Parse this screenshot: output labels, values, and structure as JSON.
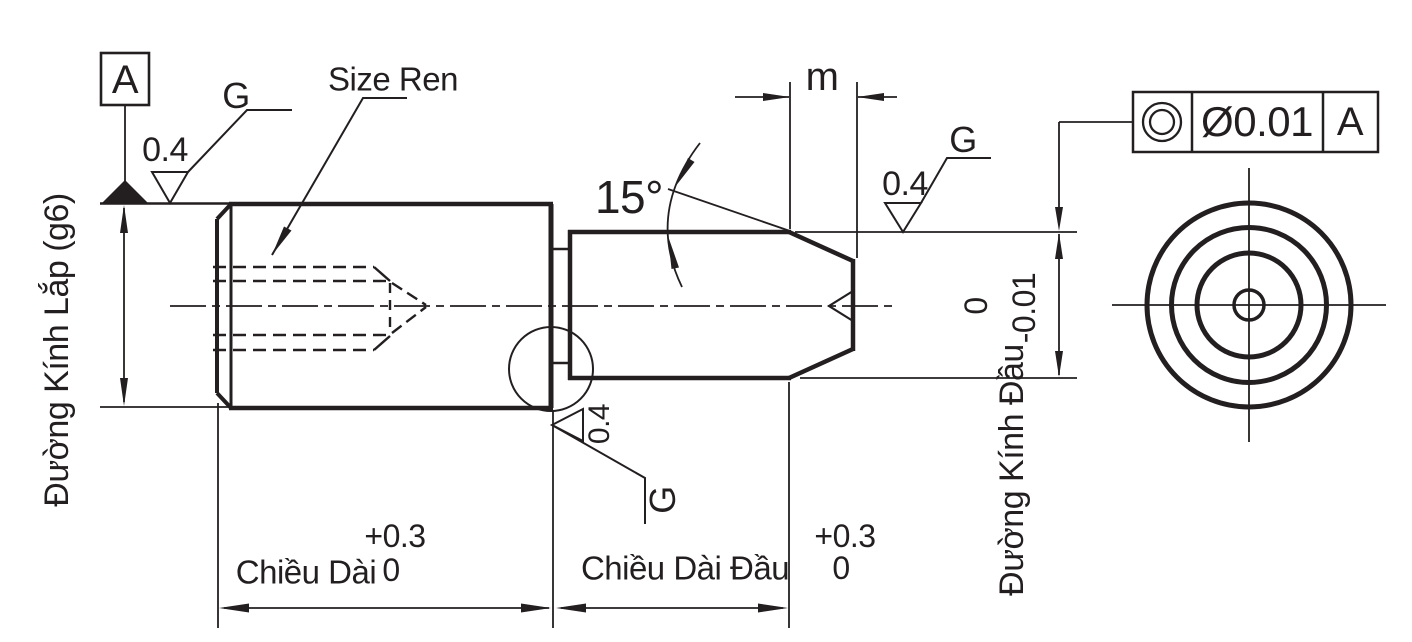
{
  "title": "Locating Pin Technical Drawing",
  "colors": {
    "line": "#231f20",
    "background": "#ffffff"
  },
  "labels": {
    "datum": "A",
    "size_ren": "Size Ren",
    "angle": "15°",
    "m_dim": "m",
    "left_axis": "Đường Kính Lắp (g6)",
    "head_dia": {
      "label": "Đường Kính Đầu",
      "upper": "0",
      "lower": "-0.01"
    },
    "length": {
      "label": "Chiều Dài",
      "upper": "+0.3",
      "lower": "0"
    },
    "head_length": {
      "label": "Chiều Dài Đầu",
      "upper": "+0.3",
      "lower": "0"
    },
    "fcf": {
      "symbol": "concentricity",
      "tolerance": "Ø0.01",
      "datum": "A"
    },
    "finish_left": {
      "value": "0.4",
      "grade": "G"
    },
    "finish_neck": {
      "value": "0.4",
      "grade": "G"
    },
    "finish_head": {
      "value": "0.4",
      "grade": "G"
    }
  }
}
